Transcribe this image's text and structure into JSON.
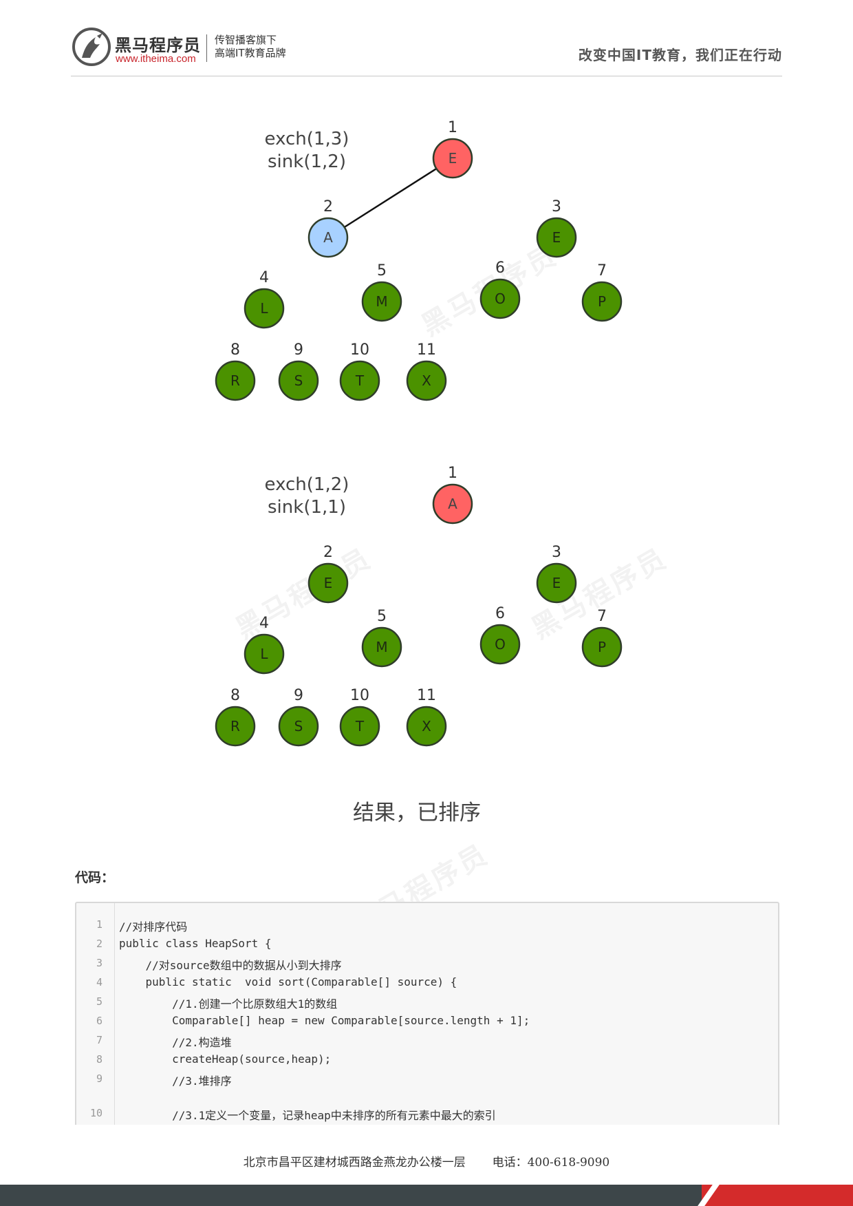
{
  "header": {
    "brand_name": "黑马程序员",
    "brand_url": "www.itheima.com",
    "tagline_line1": "传智播客旗下",
    "tagline_line2": "高端IT教育品牌",
    "slogan": "改变中国IT教育，我们正在行动"
  },
  "diagrams": [
    {
      "ops_line1": "exch(1,3)",
      "ops_line2": "sink(1,2)",
      "nodes": [
        {
          "index": "1",
          "letter": "E",
          "state": "root"
        },
        {
          "index": "2",
          "letter": "A",
          "state": "active"
        },
        {
          "index": "3",
          "letter": "E",
          "state": "normal"
        },
        {
          "index": "4",
          "letter": "L",
          "state": "normal"
        },
        {
          "index": "5",
          "letter": "M",
          "state": "normal"
        },
        {
          "index": "6",
          "letter": "O",
          "state": "normal"
        },
        {
          "index": "7",
          "letter": "P",
          "state": "normal"
        },
        {
          "index": "8",
          "letter": "R",
          "state": "normal"
        },
        {
          "index": "9",
          "letter": "S",
          "state": "normal"
        },
        {
          "index": "10",
          "letter": "T",
          "state": "normal"
        },
        {
          "index": "11",
          "letter": "X",
          "state": "normal"
        }
      ],
      "edges": [
        [
          "1",
          "2"
        ]
      ]
    },
    {
      "ops_line1": "exch(1,2)",
      "ops_line2": "sink(1,1)",
      "nodes": [
        {
          "index": "1",
          "letter": "A",
          "state": "root"
        },
        {
          "index": "2",
          "letter": "E",
          "state": "normal"
        },
        {
          "index": "3",
          "letter": "E",
          "state": "normal"
        },
        {
          "index": "4",
          "letter": "L",
          "state": "normal"
        },
        {
          "index": "5",
          "letter": "M",
          "state": "normal"
        },
        {
          "index": "6",
          "letter": "O",
          "state": "normal"
        },
        {
          "index": "7",
          "letter": "P",
          "state": "normal"
        },
        {
          "index": "8",
          "letter": "R",
          "state": "normal"
        },
        {
          "index": "9",
          "letter": "S",
          "state": "normal"
        },
        {
          "index": "10",
          "letter": "T",
          "state": "normal"
        },
        {
          "index": "11",
          "letter": "X",
          "state": "normal"
        }
      ],
      "edges": []
    }
  ],
  "colors": {
    "root_fill": "#ff6363",
    "active_fill": "#a8d1ff",
    "node_fill": "#4b9200",
    "node_stroke": "#2f3d2a"
  },
  "result_text": "结果，已排序",
  "code_label": "代码：",
  "code_lines": [
    {
      "n": "1",
      "text": "//对排序代码"
    },
    {
      "n": "2",
      "text": "public class HeapSort {"
    },
    {
      "n": "3",
      "text": "    //对source数组中的数据从小到大排序"
    },
    {
      "n": "4",
      "text": "    public static  void sort(Comparable[] source) {"
    },
    {
      "n": "5",
      "text": "        //1.创建一个比原数组大1的数组"
    },
    {
      "n": "6",
      "text": "        Comparable[] heap = new Comparable[source.length + 1];"
    },
    {
      "n": "7",
      "text": "        //2.构造堆"
    },
    {
      "n": "8",
      "text": "        createHeap(source,heap);"
    },
    {
      "n": "9",
      "text": "        //3.堆排序"
    },
    {
      "n": "10",
      "text": "        //3.1定义一个变量，记录heap中未排序的所有元素中最大的索引"
    }
  ],
  "footer": {
    "address": "北京市昌平区建材城西路金燕龙办公楼一层",
    "phone": "电话：400-618-9090"
  }
}
